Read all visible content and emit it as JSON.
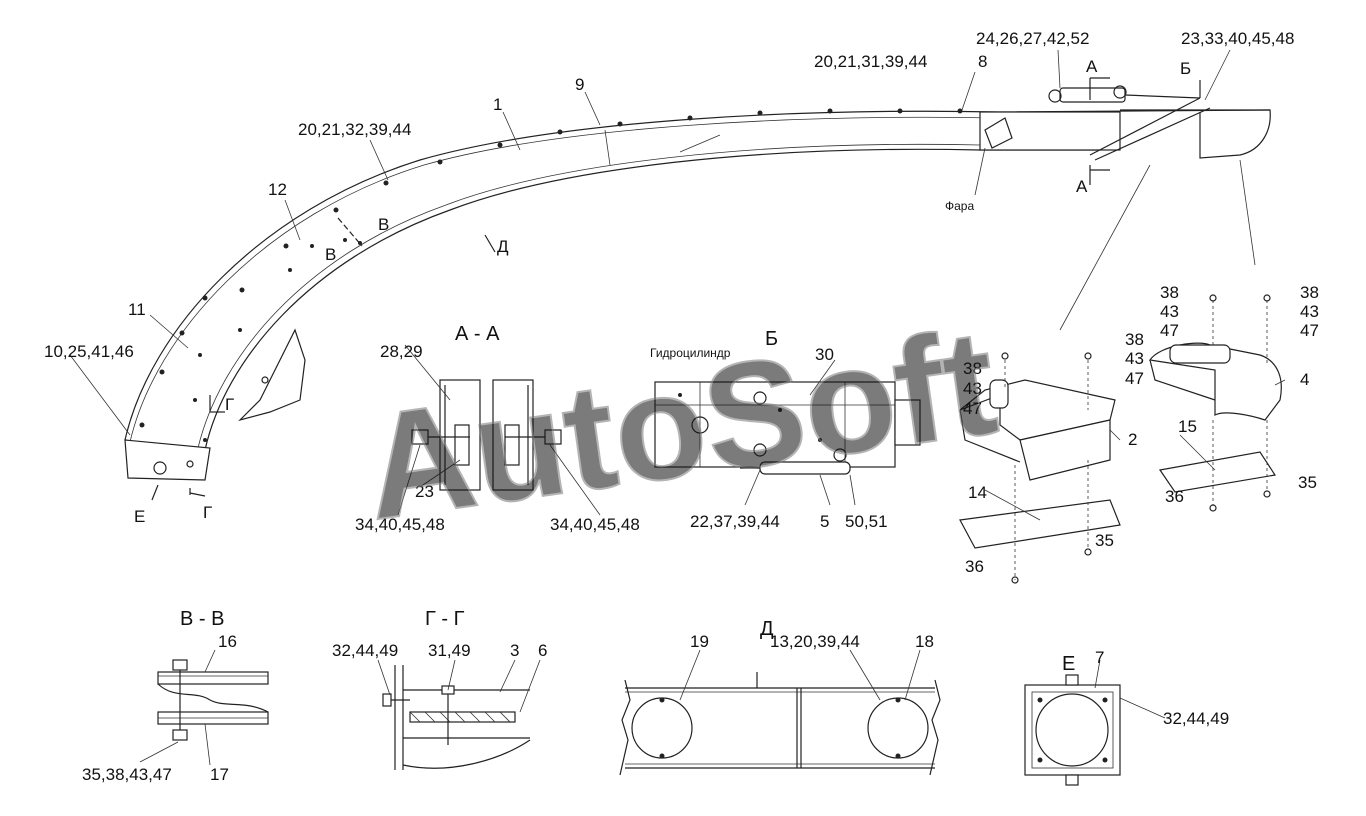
{
  "watermark": "AutoSoft",
  "main_view": {
    "callouts": {
      "c1": "1",
      "c9": "9",
      "c8": "8",
      "c12": "12",
      "c11": "11",
      "c_10_25": "10,25,41,46",
      "c_20_32": "20,21,32,39,44",
      "c_20_31": "20,21,31,39,44",
      "c_24": "24,26,27,42,52",
      "c_23": "23,33,40,45,48"
    },
    "markers": {
      "a_top": "А",
      "a_bottom": "А",
      "b_marker": "Б",
      "v1": "В",
      "v2": "В",
      "d_marker": "Д",
      "g_marker": "Г",
      "g_marker2": "Г",
      "e_marker": "Е"
    },
    "headlight": "Фара"
  },
  "section_aa": {
    "title": "А - А",
    "callouts": {
      "c_28": "28,29",
      "c_23": "23",
      "c_34a": "34,40,45,48",
      "c_34b": "34,40,45,48"
    }
  },
  "view_b": {
    "title": "Б",
    "hydro": "Гидроцилиндр",
    "callouts": {
      "c30": "30",
      "c_22": "22,37,39,44",
      "c5": "5",
      "c_50": "50,51"
    }
  },
  "bracket_left": {
    "callouts": {
      "c38": "38",
      "c43": "43",
      "c47": "47",
      "c38b": "38",
      "c43b": "43",
      "c47b": "47",
      "c2": "2",
      "c14": "14",
      "c35": "35",
      "c36": "36"
    }
  },
  "bracket_right": {
    "callouts": {
      "c38": "38",
      "c43": "43",
      "c47": "47",
      "c38b": "38",
      "c43b": "43",
      "c47b": "47",
      "c4": "4",
      "c15": "15",
      "c35": "35",
      "c36": "36"
    }
  },
  "section_vv": {
    "title": "В - В",
    "callouts": {
      "c16": "16",
      "c17": "17",
      "c_35": "35,38,43,47"
    }
  },
  "section_gg": {
    "title": "Г - Г",
    "callouts": {
      "c_32": "32,44,49",
      "c_31": "31,49",
      "c3": "3",
      "c6": "6"
    }
  },
  "view_d": {
    "title": "Д",
    "callouts": {
      "c19": "19",
      "c_13": "13,20,39,44",
      "c18": "18"
    }
  },
  "view_e": {
    "title": "Е",
    "callouts": {
      "c7": "7",
      "c_32": "32,44,49"
    }
  }
}
